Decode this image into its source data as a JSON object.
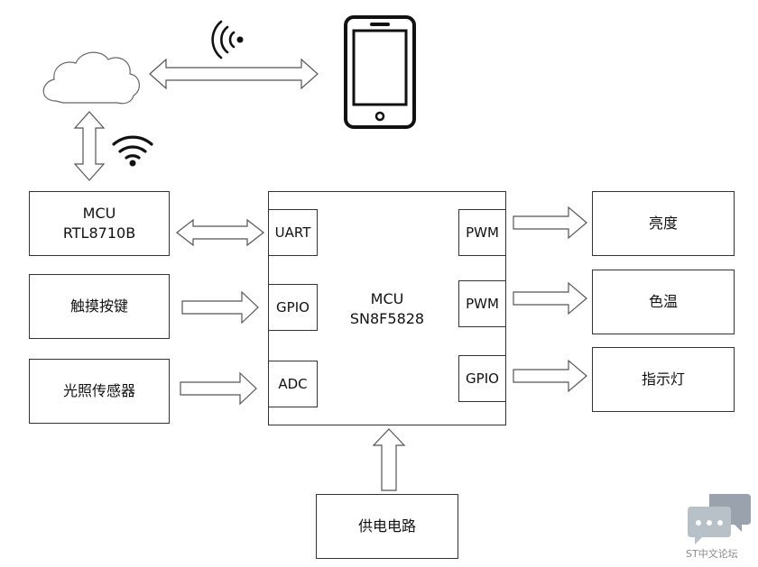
{
  "nodes": {
    "mcu_rtl": {
      "line1": "MCU",
      "line2": "RTL8710B"
    },
    "touch_keys": "触摸按键",
    "light_sensor": "光照传感器",
    "main_mcu": {
      "line1": "MCU",
      "line2": "SN8F5828"
    },
    "power": "供电电路",
    "brightness": "亮度",
    "color_temp": "色温",
    "indicator": "指示灯"
  },
  "ports": {
    "uart": "UART",
    "gpio_left": "GPIO",
    "adc": "ADC",
    "pwm_top": "PWM",
    "pwm_mid": "PWM",
    "gpio_right": "GPIO"
  },
  "icons": [
    "cloud-icon",
    "smartphone-icon",
    "wifi-icon",
    "wireless-signal-icon",
    "chat-logo-icon"
  ],
  "watermark": {
    "text": "ST中文论坛"
  },
  "colors": {
    "stroke": "#333333",
    "icon": "#111111",
    "watermark": "#9aa3ad"
  }
}
